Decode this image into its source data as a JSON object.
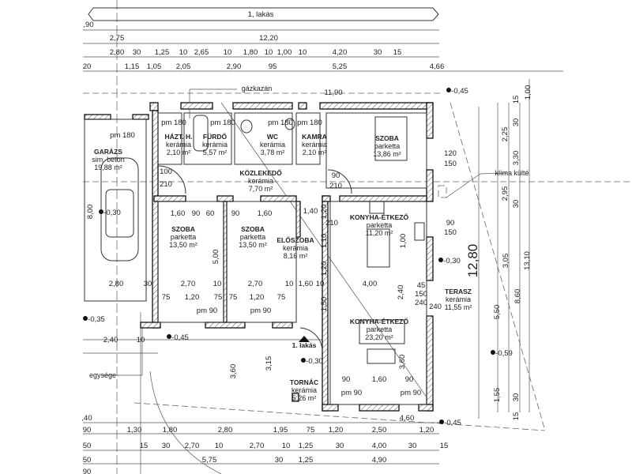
{
  "banner": "1, lakás",
  "annotations": {
    "gas_boiler": "gázkazán",
    "ac_outdoor": "klíma külté",
    "entrance": "1. lakás",
    "unit_label": "egysége",
    "top_total": "11,90",
    "building_length": "12,80"
  },
  "rooms": [
    {
      "name": "HÁZT. H.",
      "floor": "kerámia",
      "area": "2,10 m²"
    },
    {
      "name": "FÜRDŐ",
      "floor": "kerámia",
      "area": "5,57 m²"
    },
    {
      "name": "WC",
      "floor": "kerámia",
      "area": "3,78 m²"
    },
    {
      "name": "KAMRA",
      "floor": "kerámia",
      "area": "2,10 m²"
    },
    {
      "name": "SZOBA",
      "floor": "parketta",
      "area": "13,86 m²"
    },
    {
      "name": "GARÁZS",
      "floor": "sim. beton",
      "area": "19,88 m²"
    },
    {
      "name": "KÖZLEKEDŐ",
      "floor": "kerámia",
      "area": "7,70 m²"
    },
    {
      "name": "SZOBA",
      "floor": "parketta",
      "area": "13,50 m²"
    },
    {
      "name": "SZOBA",
      "floor": "parketta",
      "area": "13,50 m²"
    },
    {
      "name": "ELŐSZOBA",
      "floor": "kerámia",
      "area": "8,16 m²"
    },
    {
      "name": "KONYHA-ÉTKEZŐ",
      "floor": "parketta",
      "area": "11,20 m²"
    },
    {
      "name": "KONYHA-ÉTKEZŐ",
      "floor": "parketta",
      "area": "23,20 m²"
    },
    {
      "name": "TERASZ",
      "floor": "kerámia",
      "area": "11,55 m²"
    },
    {
      "name": "TORNÁC",
      "floor": "kerámia",
      "area": "5,26 m²"
    }
  ],
  "top_rows": [
    [
      ",90"
    ],
    [
      "2,75",
      "12,20"
    ],
    [
      "2,80",
      "30",
      "1,25",
      "10",
      "2,65",
      "10",
      "1,80",
      "10",
      "1,00",
      "10",
      "4,20",
      "30",
      "15"
    ],
    [
      "20",
      "1,15",
      "1,05",
      "2,05",
      "2,90",
      "95",
      "5,25",
      "4,66"
    ]
  ],
  "bottom_rows": [
    [
      ",40",
      "4,60"
    ],
    [
      "90",
      "1,30",
      "1,80",
      "2,80",
      "1,95",
      "75",
      "1,20",
      "2,50",
      "1,20"
    ],
    [
      "50",
      "15",
      "30",
      "2,70",
      "10",
      "2,70",
      "10",
      "1,25",
      "30",
      "4,00",
      "30",
      "15"
    ],
    [
      "50",
      "5,75",
      "30",
      "1,25",
      "4,90"
    ],
    [
      "90"
    ]
  ],
  "right_dims": [
    "1,00",
    "15",
    "2,25",
    "30",
    "3,30",
    "2,95",
    "30",
    "3,05",
    "13,10",
    "5,50",
    "8,60",
    "1,55",
    "30",
    "15"
  ],
  "interior_dims": [
    "1,60",
    "90",
    "60",
    "90",
    "1,60",
    "1,40",
    "2,70",
    "10",
    "2,70",
    "10",
    "1,60",
    "10",
    "4,00",
    "75",
    "1,20",
    "75",
    "75",
    "1,20",
    "75",
    "90",
    "1,60",
    "90",
    "2,80",
    "30",
    "2,40",
    "10",
    "3,60",
    "3,15",
    "3,60",
    "5,00",
    "8,00",
    "1,20",
    "1,10",
    "1,20",
    "1,50",
    "2,40",
    "1,00",
    "45",
    "150",
    "240"
  ],
  "openings": [
    "pm 180",
    "pm 180",
    "pm 180",
    "pm 180",
    "pm 180",
    "100",
    "210",
    "90",
    "210",
    "pm 90",
    "pm 90",
    "pm 90",
    "pm 90",
    "120",
    "150",
    "90",
    "150",
    "240",
    "210"
  ],
  "levels": [
    "-0,45",
    "-0,30",
    "-0,35",
    "-0,45",
    "-0,30",
    "-0,45",
    "-0,30",
    "-0,59"
  ]
}
